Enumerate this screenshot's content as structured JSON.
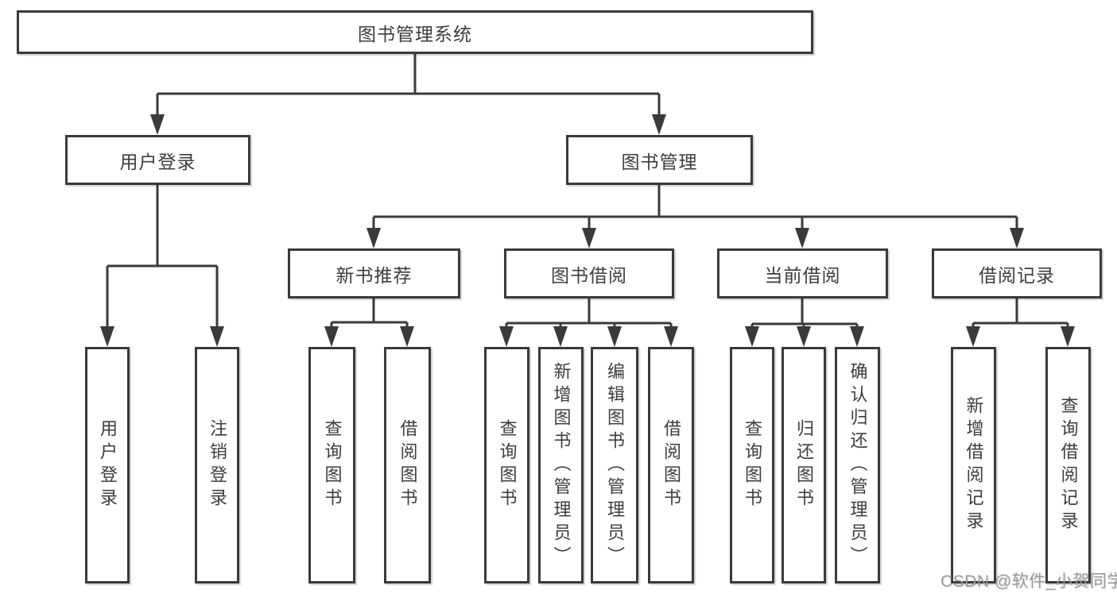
{
  "tree": {
    "label": "图书管理系统",
    "children": [
      {
        "label": "用户登录",
        "children": [
          {
            "label": "用户登录"
          },
          {
            "label": "注销登录"
          }
        ]
      },
      {
        "label": "图书管理",
        "children": [
          {
            "label": "新书推荐",
            "children": [
              {
                "label": "查询图书"
              },
              {
                "label": "借阅图书"
              }
            ]
          },
          {
            "label": "图书借阅",
            "children": [
              {
                "label": "查询图书"
              },
              {
                "label": "新增图书（管理员）"
              },
              {
                "label": "编辑图书（管理员）"
              },
              {
                "label": "借阅图书"
              }
            ]
          },
          {
            "label": "当前借阅",
            "children": [
              {
                "label": "查询图书"
              },
              {
                "label": "归还图书"
              },
              {
                "label": "确认归还（管理员）"
              }
            ]
          },
          {
            "label": "借阅记录",
            "children": [
              {
                "label": "新增借阅记录"
              },
              {
                "label": "查询借阅记录"
              }
            ]
          }
        ]
      }
    ]
  },
  "watermark": {
    "text": "CSDN @软件_小贺同学"
  },
  "colors": {
    "line": "#3a3a3a",
    "text": "#3d3d3d",
    "background": "#ffffff",
    "watermark": "#9b9b9b"
  }
}
